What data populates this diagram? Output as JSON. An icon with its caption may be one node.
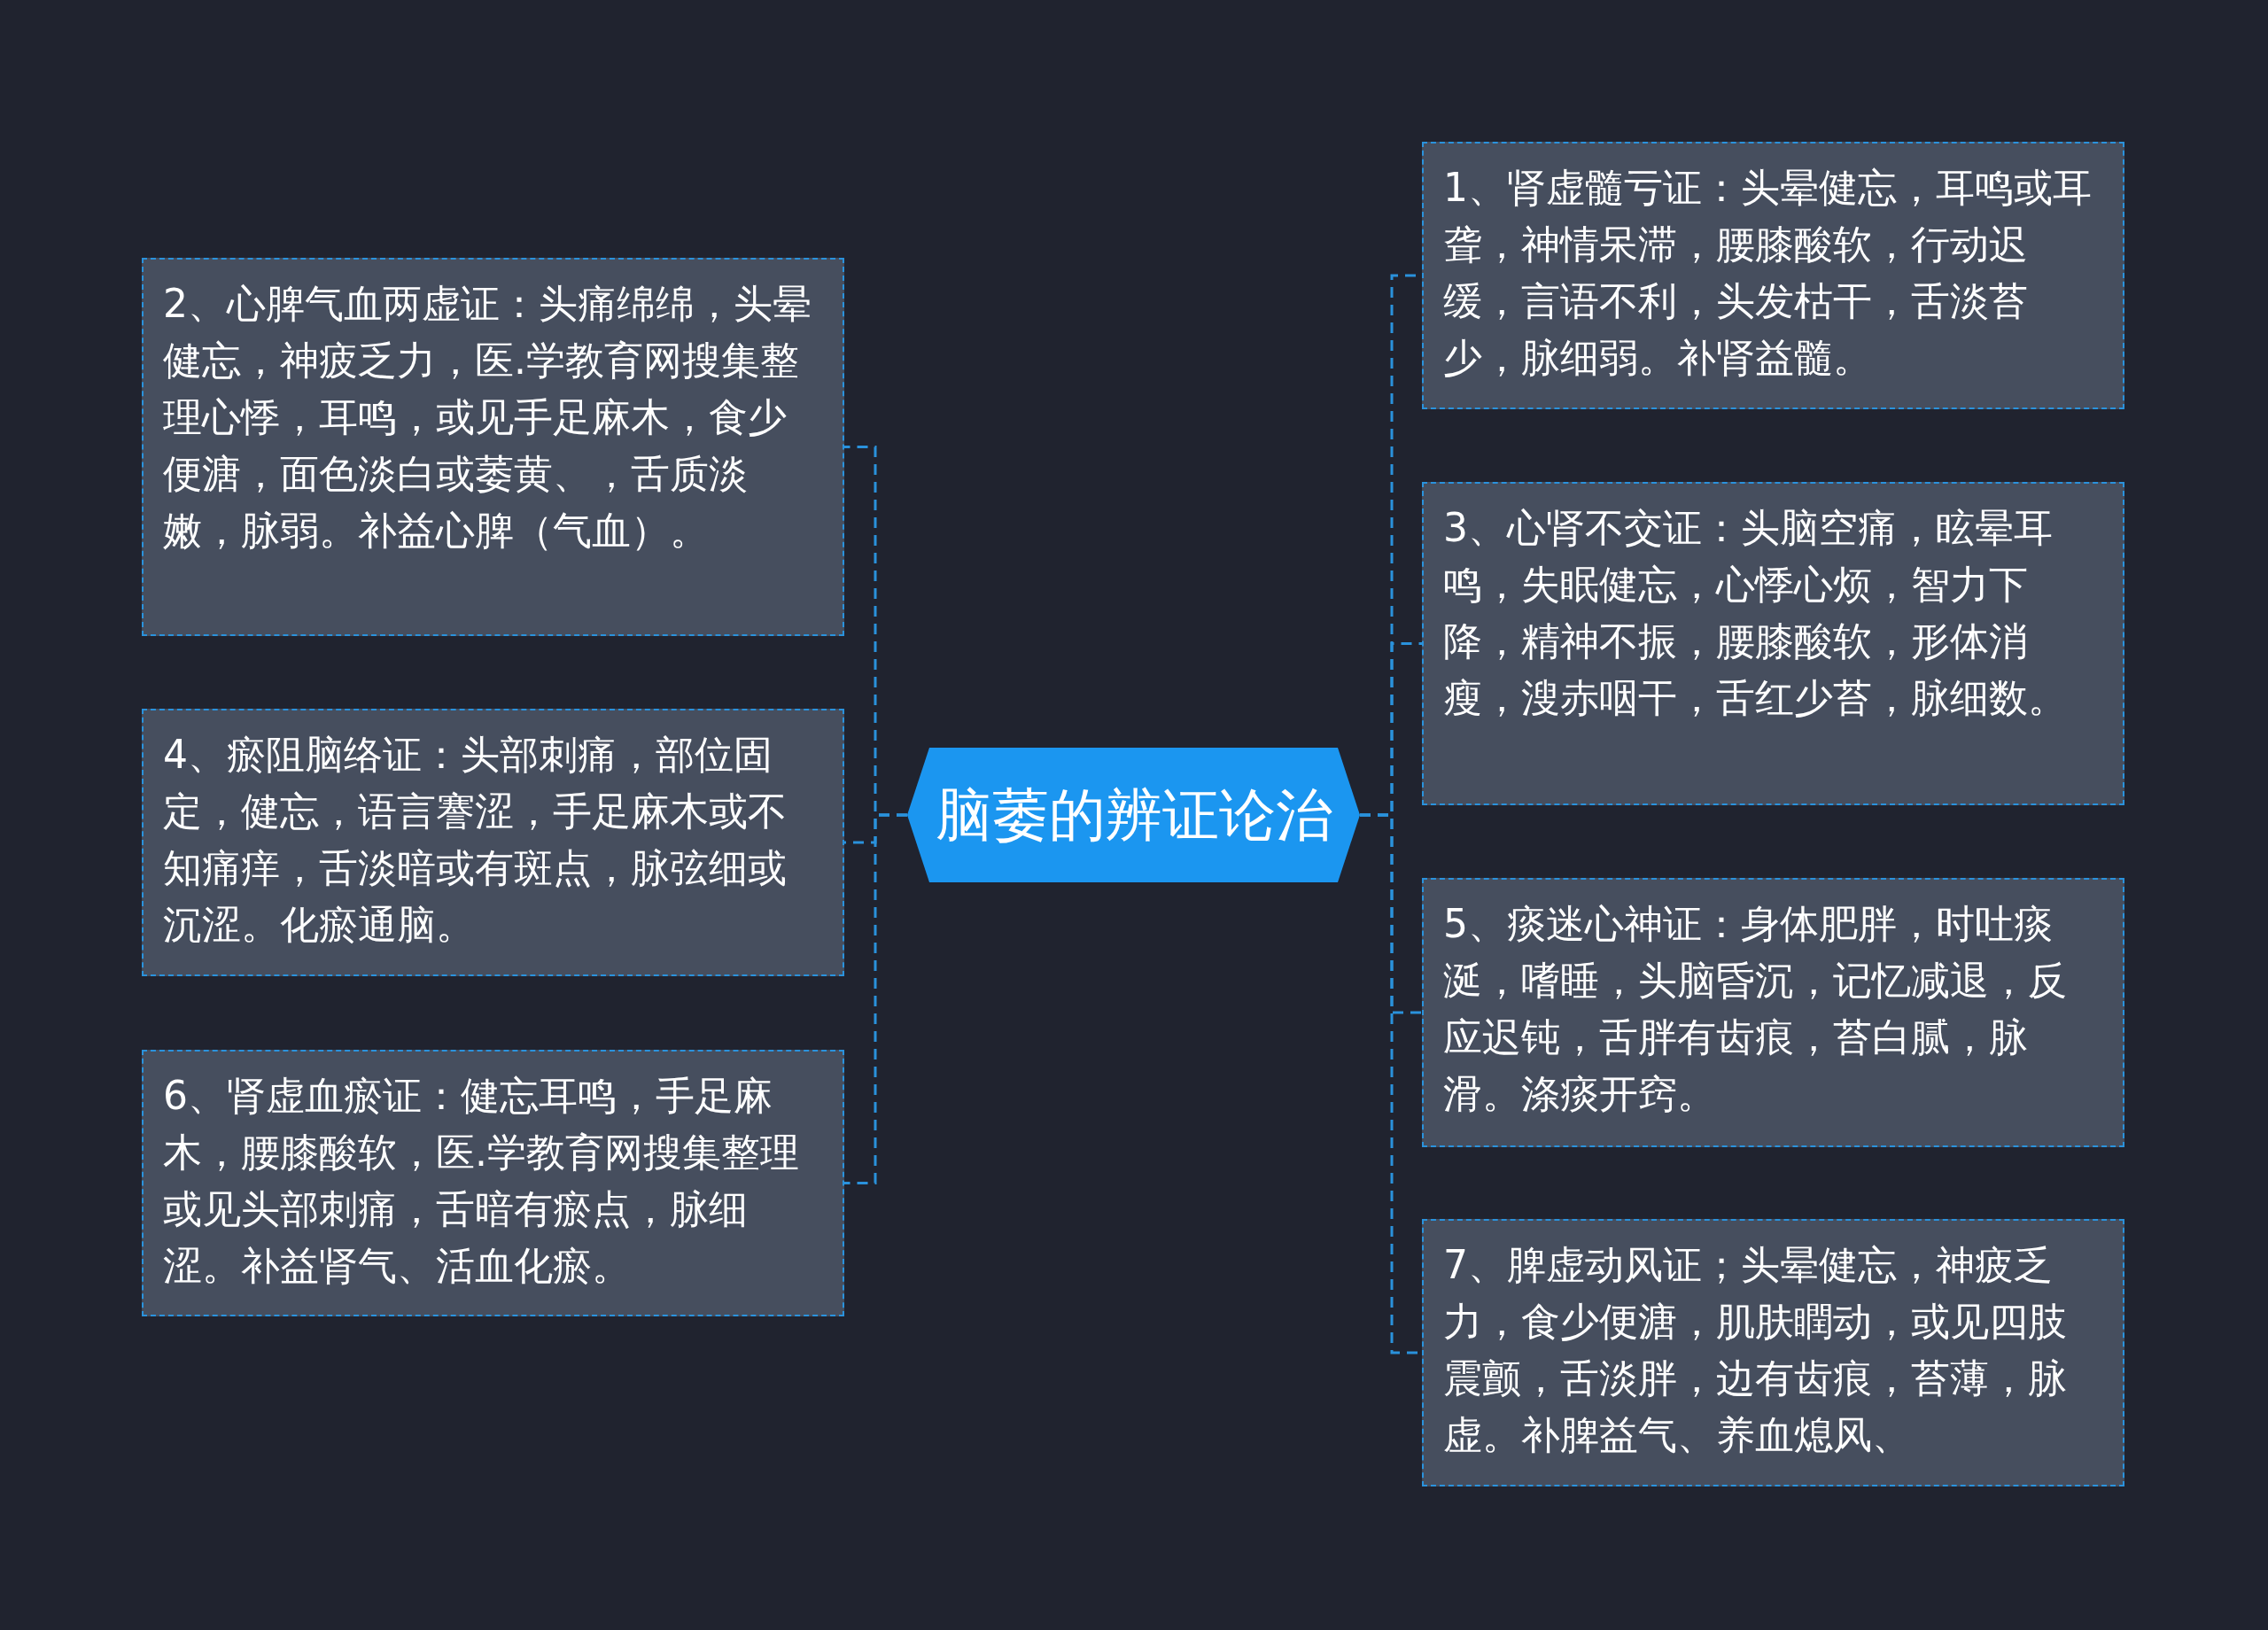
{
  "diagram": {
    "nodes": [
      {
        "text": [
          "脑萎的辨证论治"
        ]
      },
      {
        "text": [
          "1、肾虚髓亏证：头晕健忘，耳鸣或耳聋，神情呆滞，腰膝酸软，行动迟缓，言语不利，头发枯干，舌淡苔少，脉细弱。补肾益髓。"
        ]
      },
      {
        "text": [
          "2、心脾气血两虚证：头痛绵绵，头晕健忘，神疲乏力，医.学教育网搜集整理心悸，耳鸣，或见手足麻木，食少便溏，面色淡白或萎黄、，舌质淡嫩，脉弱。补益心脾（气血）。"
        ]
      },
      {
        "text": [
          "3、心肾不交证：头脑空痛，眩晕耳鸣，失眠健忘，心悸心烦，智力下降，精神不振，腰膝酸软，形体消瘦，溲赤咽干，舌红少苔，脉细数。"
        ]
      },
      {
        "text": [
          "4、瘀阻脑络证：头部刺痛，部位固定，健忘，语言謇涩，手足麻木或不知痛痒，舌淡暗或有斑点，脉弦细或沉涩。化瘀通脑。"
        ]
      },
      {
        "text": [
          "5、痰迷心神证：身体肥胖，时吐痰涎，嗜睡，头脑昏沉，记忆减退，反应迟钝，舌胖有齿痕，苔白腻，脉滑。涤痰开窍。"
        ]
      },
      {
        "text": [
          "6、肾虚血瘀证：健忘耳鸣，手足麻木，腰膝酸软，医.学教育网搜集整理或见头部刺痛，舌暗有瘀点，脉细涩。补益肾气、活血化瘀。"
        ]
      },
      {
        "text": [
          "7、脾虚动风证；头晕健忘，神疲乏力，食少便溏，肌肤瞤动，或见四肢震颤，舌淡胖，边有齿痕，苔薄，脉虚。补脾益气、养血熄风、"
        ]
      }
    ],
    "edges": [
      {
        "from": 0,
        "to": 1,
        "arrow": "none",
        "style": "dashed"
      },
      {
        "from": 0,
        "to": 2,
        "arrow": "none",
        "style": "dashed"
      },
      {
        "from": 0,
        "to": 3,
        "arrow": "none",
        "style": "dashed"
      },
      {
        "from": 0,
        "to": 4,
        "arrow": "none",
        "style": "dashed"
      },
      {
        "from": 0,
        "to": 5,
        "arrow": "none",
        "style": "dashed"
      },
      {
        "from": 0,
        "to": 6,
        "arrow": "none",
        "style": "dashed"
      },
      {
        "from": 0,
        "to": 7,
        "arrow": "none",
        "style": "dashed"
      }
    ]
  }
}
